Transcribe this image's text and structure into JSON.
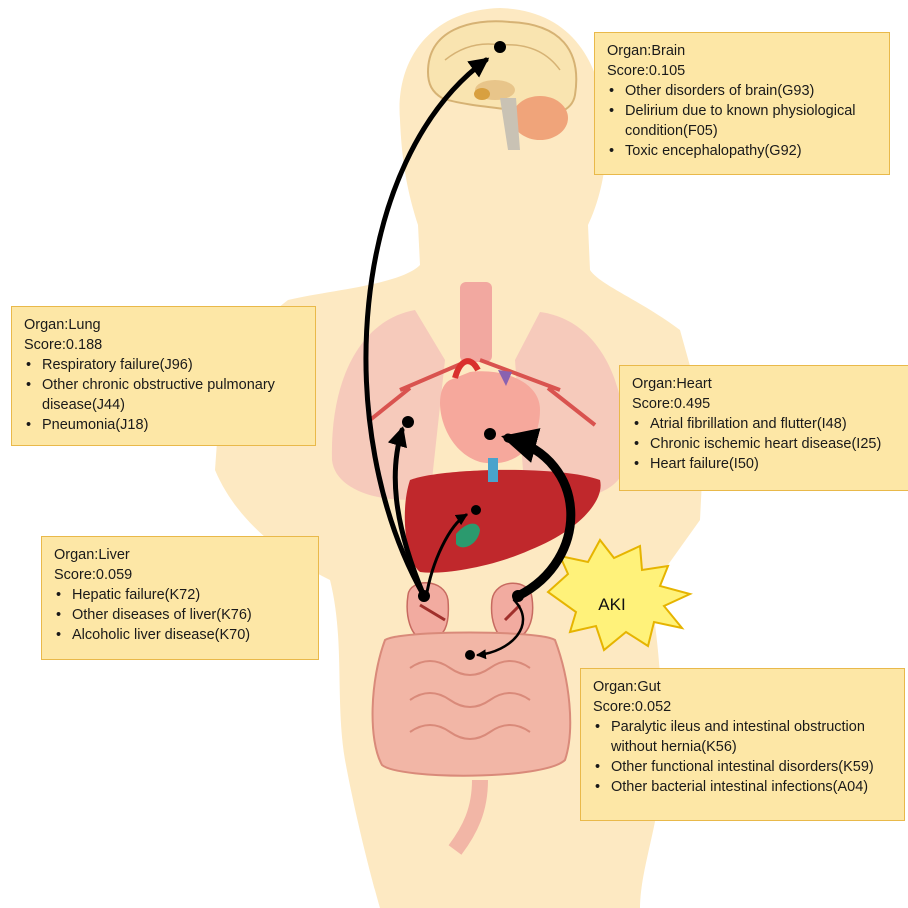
{
  "center_label": "AKI",
  "organs": {
    "brain": {
      "title": "Organ:Brain",
      "score": "Score:0.105",
      "items": [
        "Other disorders of brain(G93)",
        "Delirium due to known physiological condition(F05)",
        "Toxic encephalopathy(G92)"
      ]
    },
    "lung": {
      "title": "Organ:Lung",
      "score": "Score:0.188",
      "items": [
        "Respiratory failure(J96)",
        "Other chronic obstructive pulmonary disease(J44)",
        "Pneumonia(J18)"
      ]
    },
    "heart": {
      "title": "Organ:Heart",
      "score": "Score:0.495",
      "items": [
        "Atrial fibrillation and flutter(I48)",
        "Chronic ischemic heart disease(I25)",
        "Heart failure(I50)"
      ]
    },
    "liver": {
      "title": "Organ:Liver",
      "score": "Score:0.059",
      "items": [
        "Hepatic failure(K72)",
        "Other diseases of liver(K76)",
        "Alcoholic liver disease(K70)"
      ]
    },
    "gut": {
      "title": "Organ:Gut",
      "score": "Score:0.052",
      "items": [
        "Paralytic ileus and intestinal obstruction without hernia(K56)",
        "Other functional intestinal disorders(K59)",
        "Other bacterial intestinal infections(A04)"
      ]
    }
  },
  "colors": {
    "box_fill": "#fde7a6",
    "box_border": "#e9b94a",
    "body_silhouette": "#fde9c2",
    "aki_burst": "#fff27a",
    "arrow": "#000000"
  }
}
